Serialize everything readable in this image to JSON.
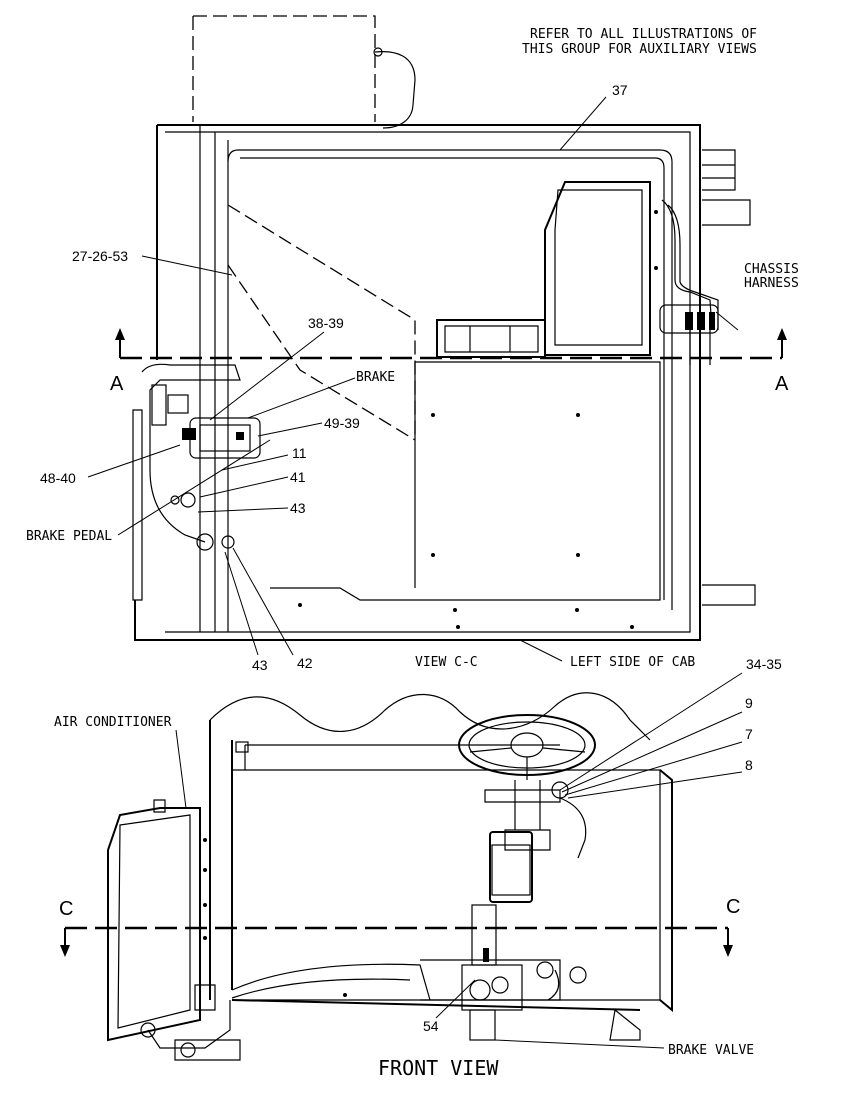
{
  "notes": {
    "refer_line1": "REFER TO ALL ILLUSTRATIONS OF",
    "refer_line2": "THIS GROUP FOR AUXILIARY VIEWS"
  },
  "view_cc": {
    "title": "VIEW C-C",
    "labels": {
      "chassis_line1": "CHASSIS",
      "chassis_line2": "HARNESS",
      "brake": "BRAKE",
      "brake_pedal": "BRAKE PEDAL",
      "left_side_of_cab": "LEFT SIDE OF CAB"
    },
    "callouts": {
      "c37": "37",
      "c27_26_53": "27-26-53",
      "c38_39": "38-39",
      "c49_39": "49-39",
      "c11": "11",
      "c41": "41",
      "c43a": "43",
      "c48_40": "48-40",
      "c43b": "43",
      "c42": "42"
    },
    "section_marks": {
      "left": "A",
      "right": "A"
    }
  },
  "front_view": {
    "title": "FRONT VIEW",
    "labels": {
      "air_conditioner": "AIR CONDITIONER",
      "brake_valve": "BRAKE VALVE"
    },
    "callouts": {
      "c34_35": "34-35",
      "c9": "9",
      "c7": "7",
      "c8": "8",
      "c54": "54"
    },
    "section_marks": {
      "left": "C",
      "right": "C"
    }
  }
}
